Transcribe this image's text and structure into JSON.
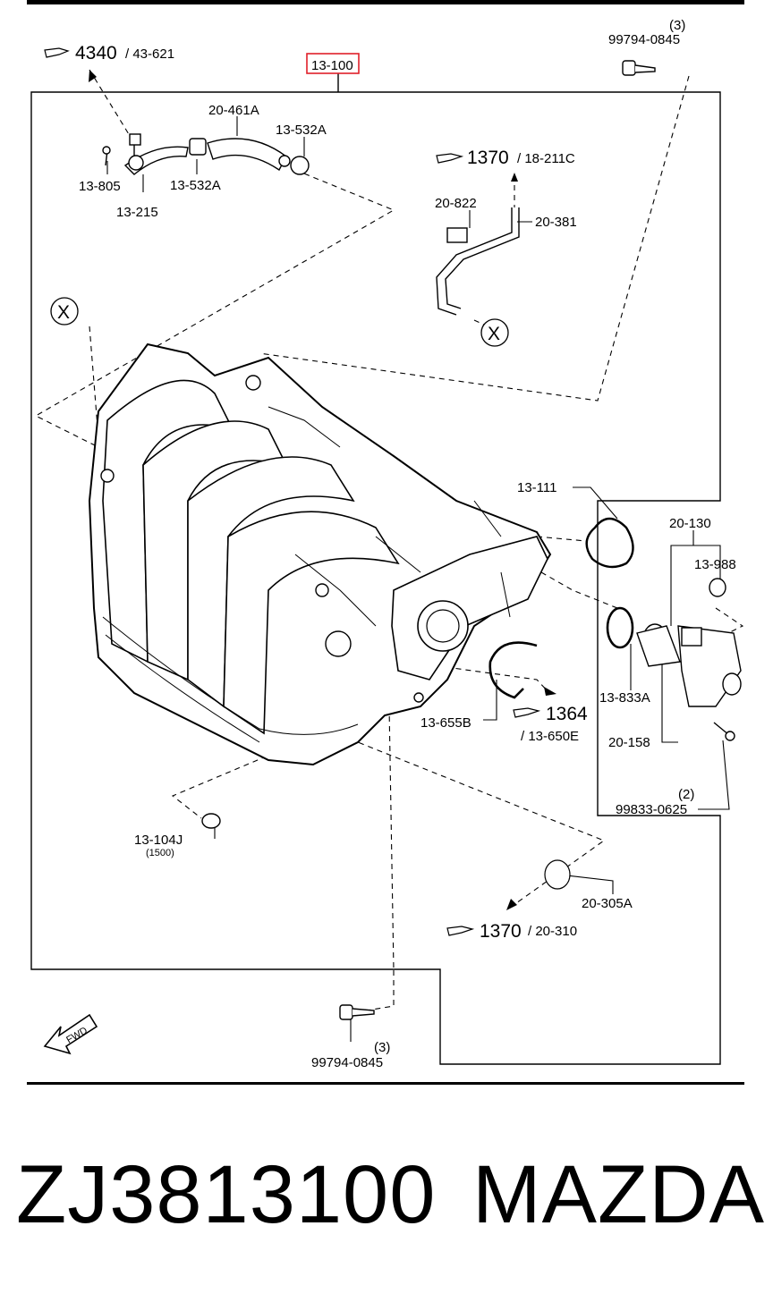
{
  "diagram": {
    "main_ref": "13-100",
    "labels": {
      "ref_4340": "4340",
      "ref_4340_sub": "/ 43-621",
      "bolt_top": "99794-0845",
      "bolt_top_qty": "(3)",
      "p_20_461A": "20-461A",
      "p_13_532A_top": "13-532A",
      "p_13_805": "13-805",
      "p_13_532A_bot": "13-532A",
      "p_13_215": "13-215",
      "ref_1370_top": "1370",
      "ref_1370_top_sub": "/ 18-211C",
      "p_20_822": "20-822",
      "p_20_381": "20-381",
      "p_13_111": "13-111",
      "p_20_130": "20-130",
      "p_13_988": "13-988",
      "p_13_833A": "13-833A",
      "p_20_158": "20-158",
      "p_13_655B": "13-655B",
      "ref_1364": "1364",
      "ref_1364_sub": "/ 13-650E",
      "bolt_right_qty": "(2)",
      "bolt_right": "99833-0625",
      "p_13_104J": "13-104J",
      "p_13_104J_sub": "(1500)",
      "p_20_305A": "20-305A",
      "ref_1370_bot": "1370",
      "ref_1370_bot_sub": "/ 20-310",
      "bolt_bot_qty": "(3)",
      "bolt_bot": "99794-0845",
      "fwd": "FWD",
      "x_mark": "X"
    },
    "highlight_color": "#e0202a"
  },
  "caption": {
    "part_number": "ZJ3813100",
    "brand": "MAZDA"
  }
}
